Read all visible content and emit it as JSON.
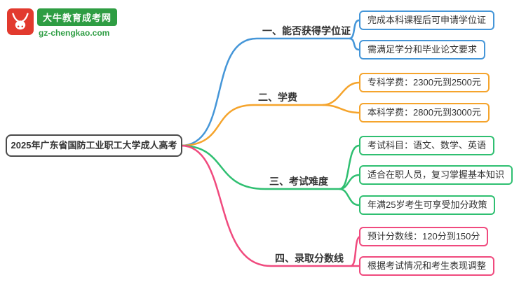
{
  "logo": {
    "site_name": "大牛教育成考网",
    "site_url": "gz-chengkao.com",
    "brand_colors": {
      "red": "#e23a2e",
      "green": "#2e9d43"
    }
  },
  "mindmap": {
    "root": "2025年广东省国防工业职工大学成人高考",
    "branch_colors": {
      "degree": "#4596d8",
      "tuition": "#f5a42c",
      "difficulty": "#2fbf71",
      "score": "#f04a7e"
    },
    "branches": [
      {
        "label": "一、能否获得学位证",
        "color": "#4596d8",
        "children": [
          "完成本科课程后可申请学位证",
          "需满足学分和毕业论文要求"
        ]
      },
      {
        "label": "二、学费",
        "color": "#f5a42c",
        "children": [
          "专科学费：2300元到2500元",
          "本科学费：2800元到3000元"
        ]
      },
      {
        "label": "三、考试难度",
        "color": "#2fbf71",
        "children": [
          "考试科目：语文、数学、英语",
          "适合在职人员，复习掌握基本知识",
          "年满25岁考生可享受加分政策"
        ]
      },
      {
        "label": "四、录取分数线",
        "color": "#f04a7e",
        "children": [
          "预计分数线：120分到150分",
          "根据考试情况和考生表现调整"
        ]
      }
    ]
  }
}
